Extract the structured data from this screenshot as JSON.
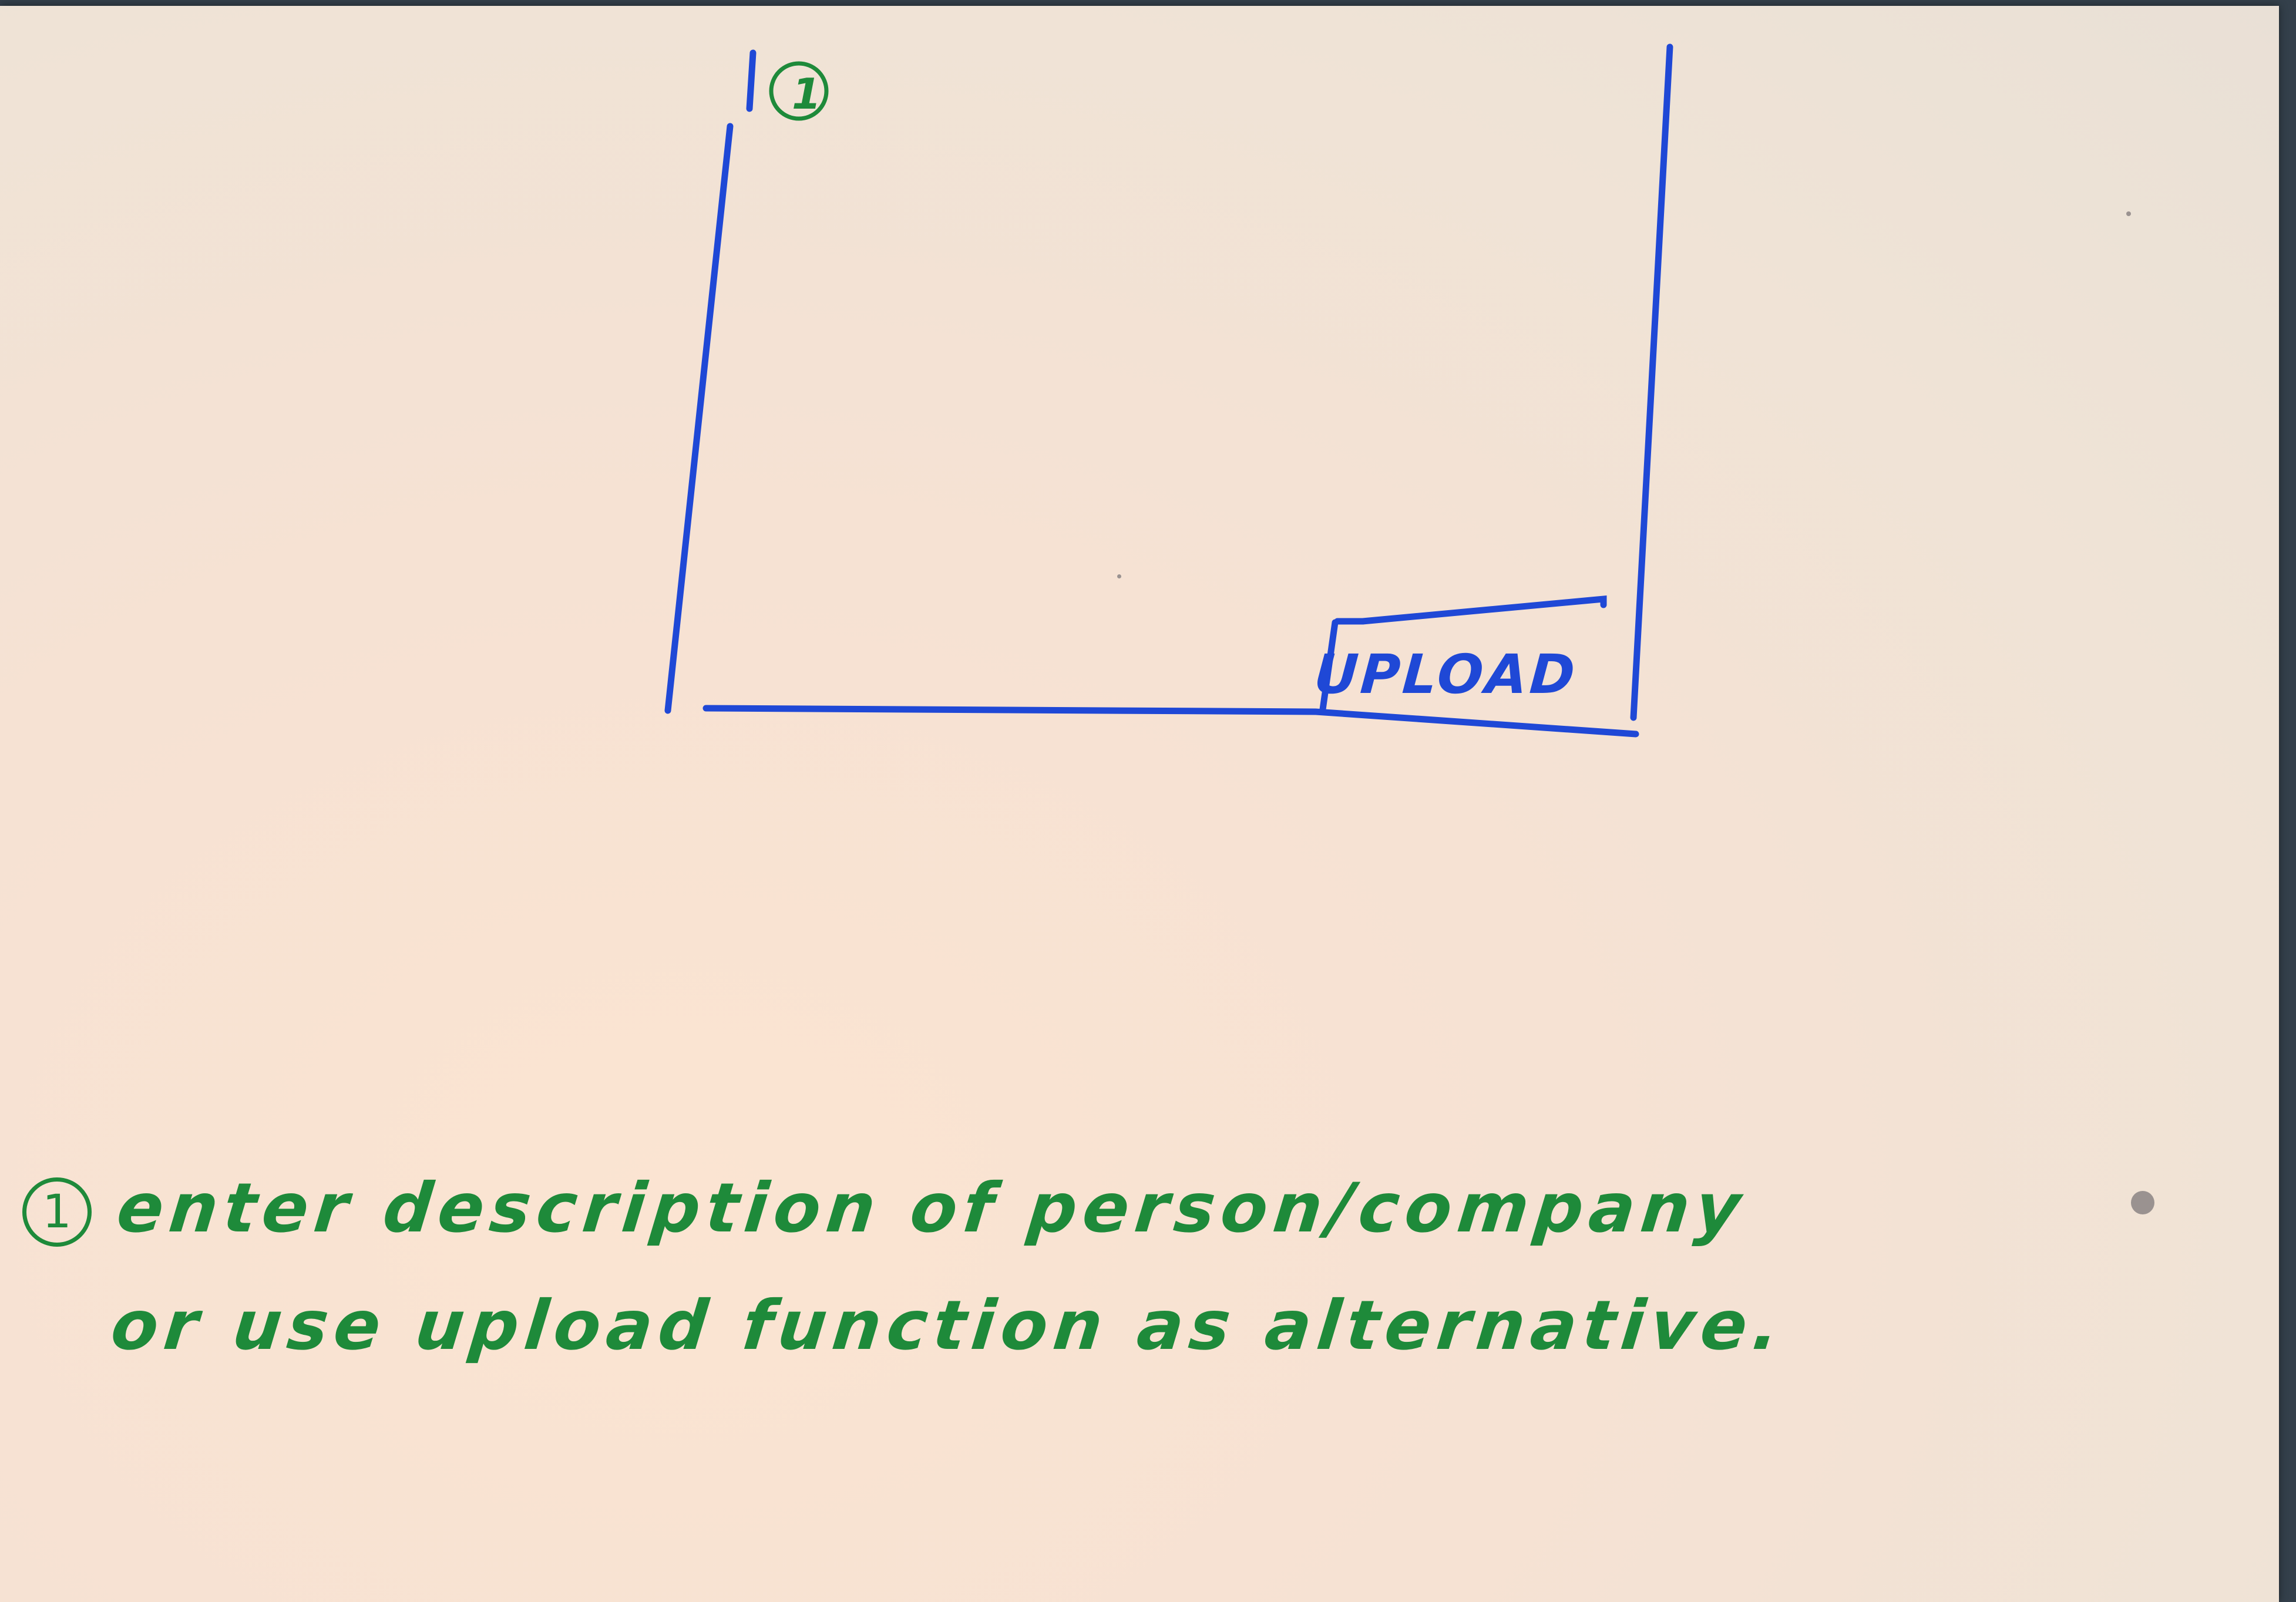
{
  "sketch": {
    "frame_marker": "1",
    "upload_button_label": "UPLOAD"
  },
  "note": {
    "marker": "1",
    "line1": "enter description of person/company",
    "line2": "or use upload function as alternative."
  },
  "colors": {
    "paper": "#f6e2d3",
    "blue_ink": "#1f48d6",
    "green_ink": "#1e8a3a",
    "background": "#34404b"
  }
}
